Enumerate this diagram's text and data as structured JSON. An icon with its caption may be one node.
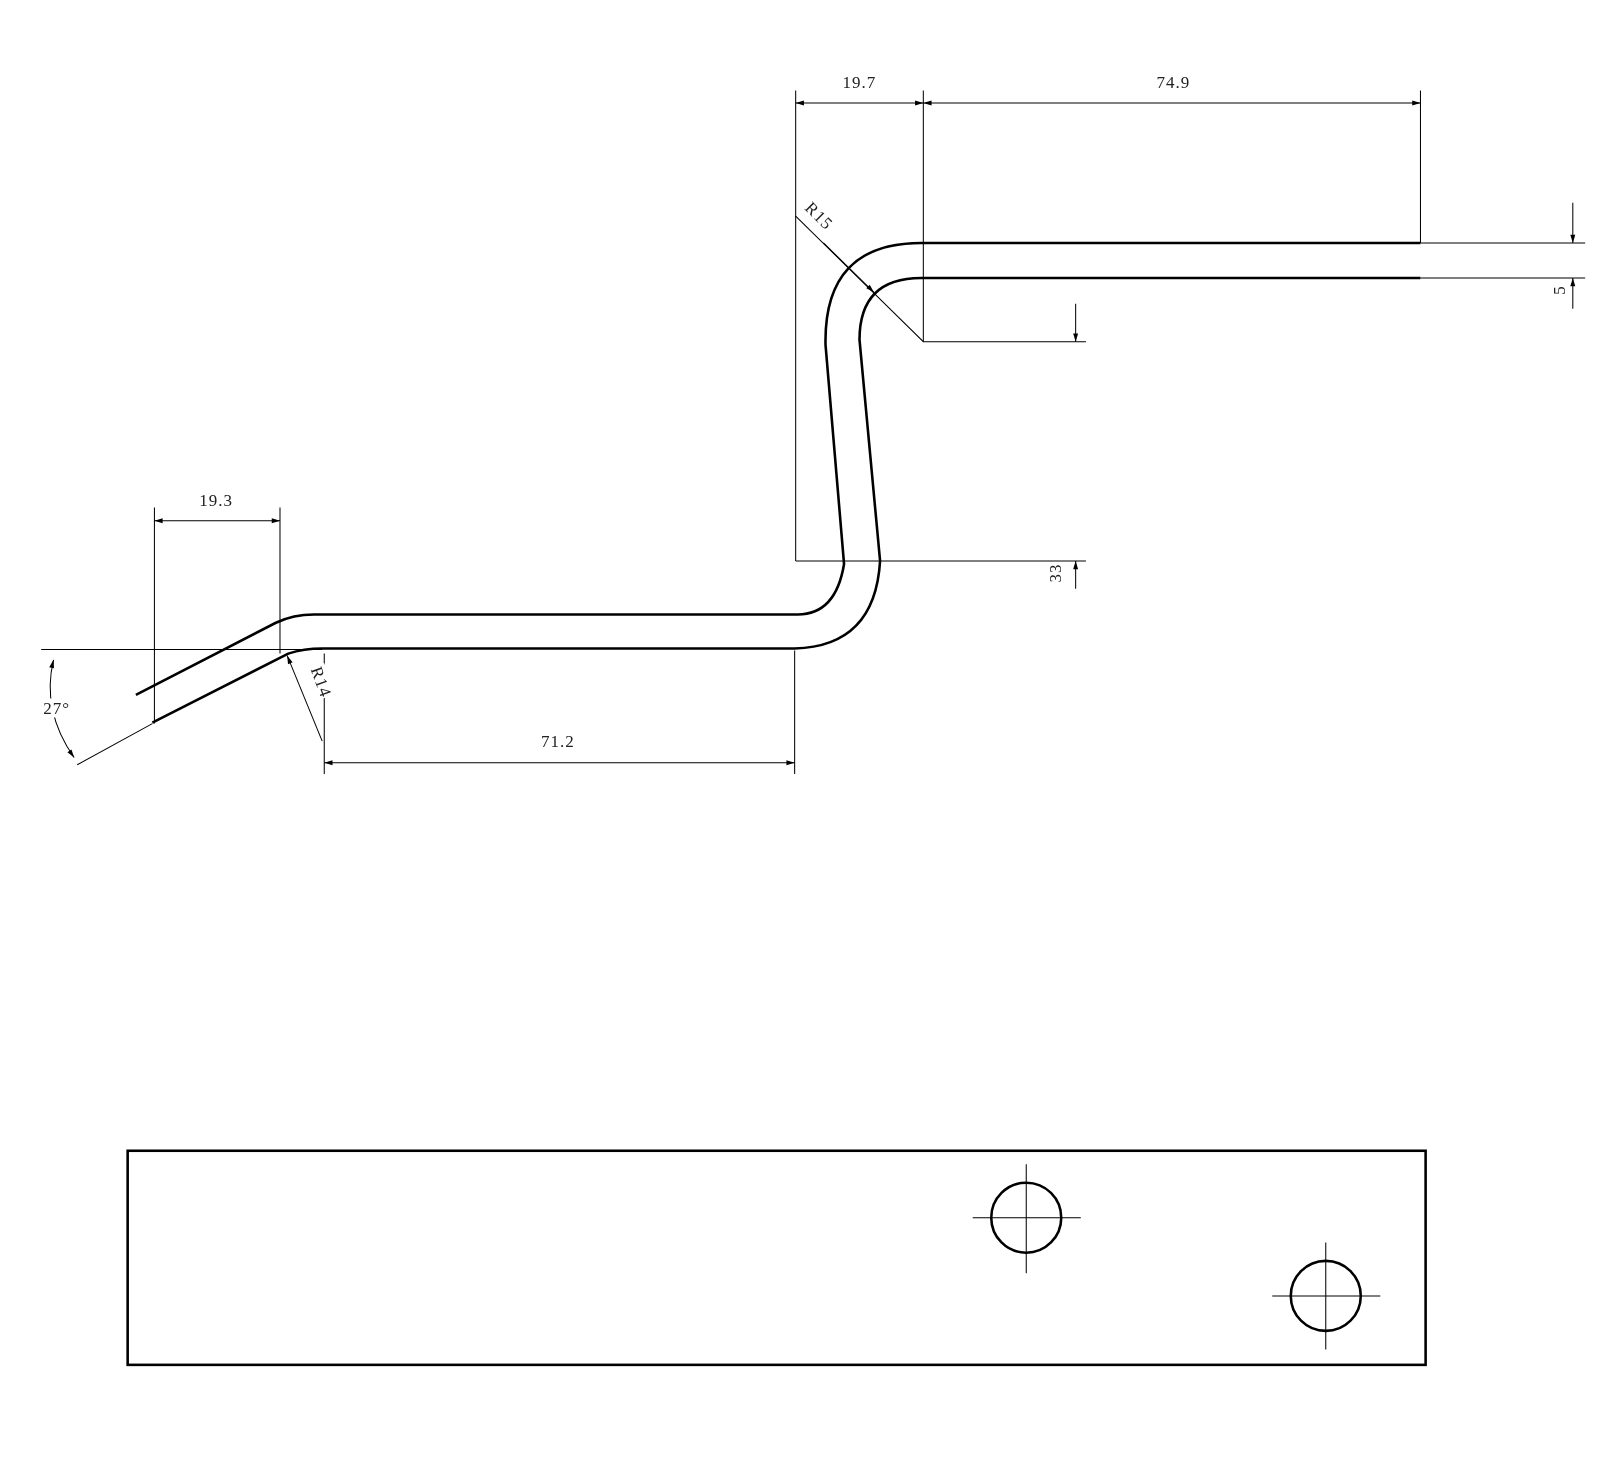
{
  "diagram": {
    "labels": [
      "19.7",
      "74.9",
      "R15",
      "5",
      "33",
      "19.3",
      "27°",
      "R14",
      "71.2"
    ]
  }
}
